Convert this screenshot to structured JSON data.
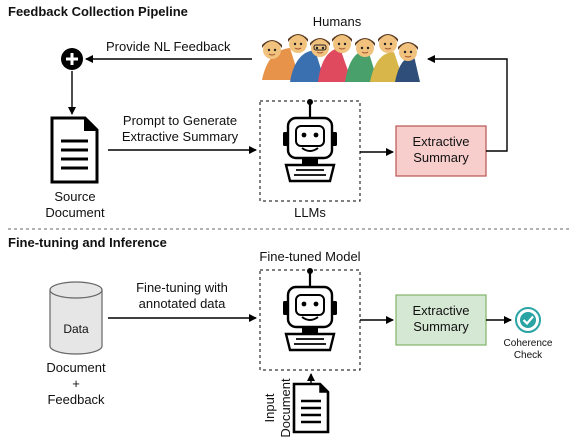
{
  "sections": {
    "top_title": "Feedback Collection Pipeline",
    "bottom_title": "Fine-tuning and Inference"
  },
  "pipeline": {
    "humans_label": "Humans",
    "feedback_label": "Provide NL Feedback",
    "prompt_line1": "Prompt to Generate",
    "prompt_line2": "Extractive Summary",
    "source_line1": "Source",
    "source_line2": "Document",
    "llms_label": "LLMs",
    "summary_line1": "Extractive",
    "summary_line2": "Summary"
  },
  "finetune": {
    "model_label": "Fine-tuned Model",
    "data_label": "Data",
    "data_caption_line1": "Document",
    "data_caption_line2": "+",
    "data_caption_line3": "Feedback",
    "finetune_line1": "Fine-tuning with",
    "finetune_line2": "annotated data",
    "summary_line1": "Extractive",
    "summary_line2": "Summary",
    "check_line1": "Coherence",
    "check_line2": "Check",
    "input_line1": "Input",
    "input_line2": "Document"
  },
  "colors": {
    "summary_top_fill": "#f8cecc",
    "summary_top_stroke": "#b85450",
    "summary_bottom_fill": "#d5e8d4",
    "summary_bottom_stroke": "#82b366",
    "check_teal": "#2aa3a3"
  }
}
